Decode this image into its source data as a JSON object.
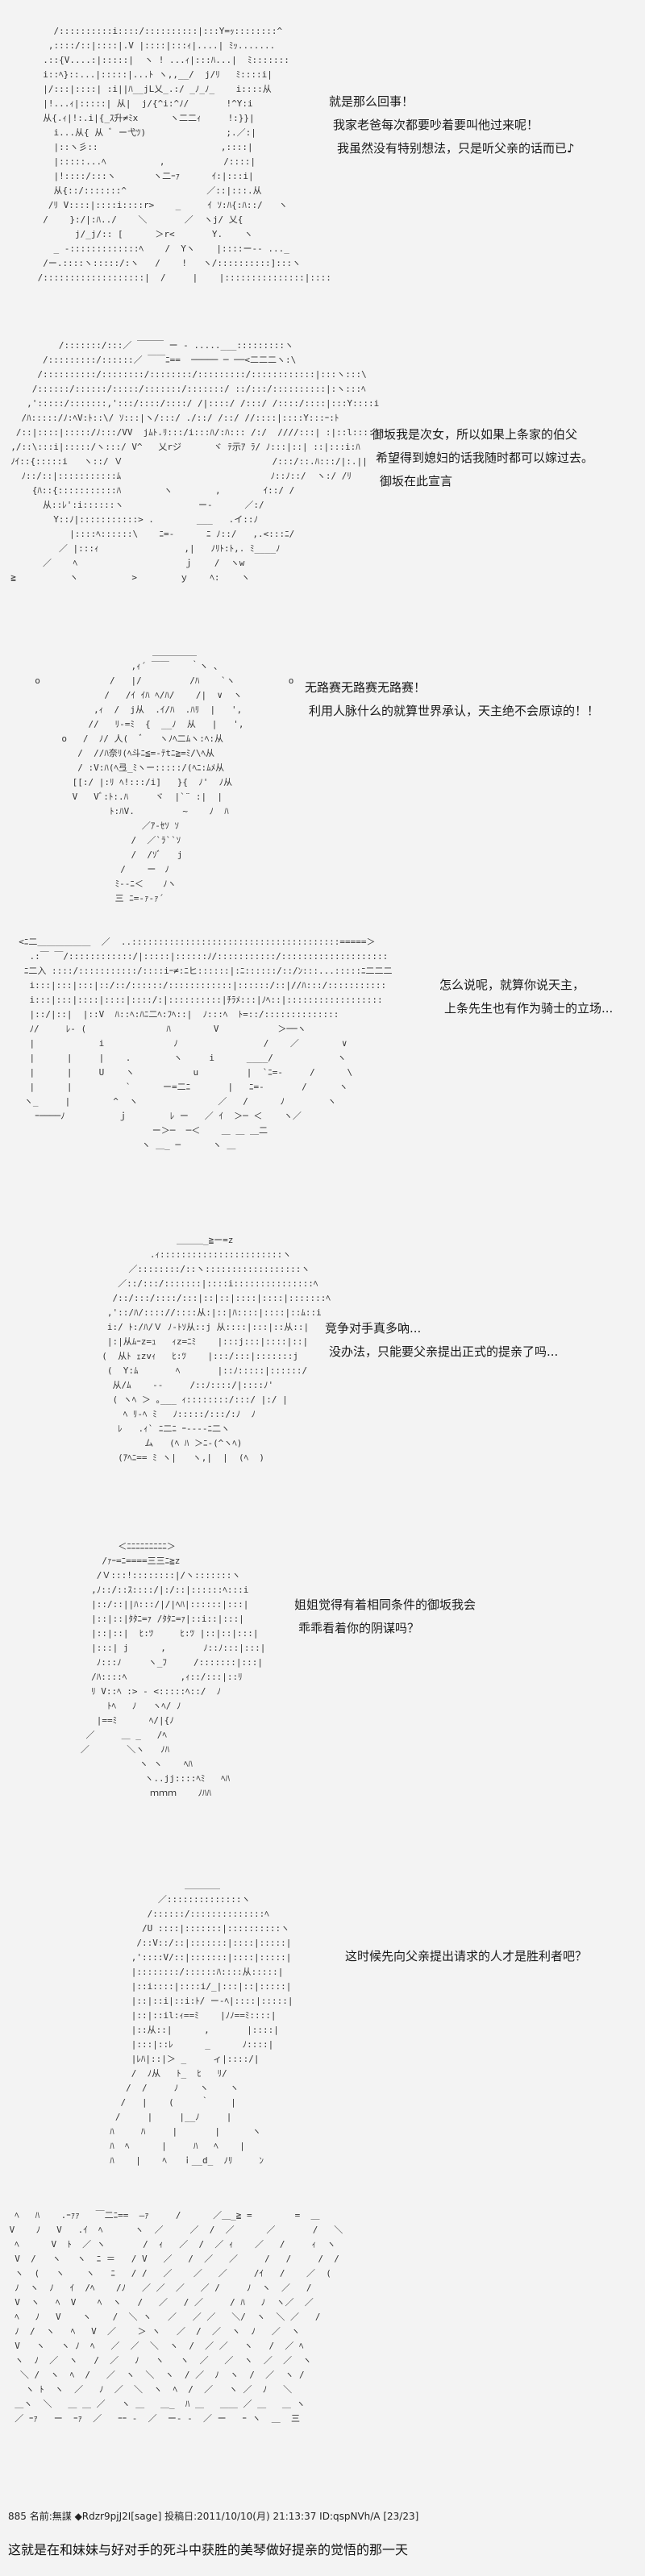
{
  "panels": [
    {
      "dialogue": [
        "就是那么回事！",
        "我家老爸每次都要吵着要叫他过来呢！",
        "我虽然没有特别想法，只是听父亲的话而已♪"
      ],
      "art": [
        "    /::::::::::i::::/::::::::::|:::Y=ｯ::::::::^",
        "   ,::::/::|::::|.V |::::|:::ｨ|....| ﾐｯ.......",
        "  .::{V....:|:::::|  ヽ ! ...ｨ|:::ﾊ...|  ﾐ:::::::",
        "  i::ﾍ}::...|:::::|...ﾄ ヽ,,__/  j/ﾘ   ﾐ::::i|",
        "  |/:::|::::| :i||ﾊ__jL乂_.:/ _ﾉ_ﾉ_    i::::从",
        "  |!...ｨ|:::::| 从|  j/{^i:^ﾉ/       !^Y:i",
        "  从{.ｨ|!:.i|{_ｽ升≠ﾐx      ヽ二二ｨ     !:}}|",
        "    i...从{ 从 ﾞ ー弋ﾂ)               ;.／:|",
        "    |::ヽ彡::                       ,::::|",
        "    |:::::...ﾍ          ,           /::::|",
        "    |!::::/:::ヽ       ヽ二ｰｧ      ｲ:|:::i|",
        "    从{::/:::::::^               ／::|:::.从",
        "   /ﾘ V::::|::::i::::r>    _     ｲ ｿ:ﾊ{:ﾊ::/   ヽ",
        "  /    }:/|:ﾊ../    ＼       ／  ヽj/ 乂{",
        "        j/_j/:: [      ＞r<       Y.    ヽ",
        "    _ -:::::::::::::ﾍ    /  Yヽ    |::::ー-- ..._",
        "  /ー.::::ヽ:::::/:ヽ   /    !   ヽ/::::::::::]:::ヽ",
        " /:::::::::::::::::::|  /     |    |:::::::::::::::|::::"
      ]
    },
    {
      "dialogue": [
        "御坂我是次女，所以如果上条家的伯父",
        "希望得到媳妇的话我随时都可以嫁过去。",
        "御坂在此宣言"
      ],
      "art": [
        "           /:::::::/:::／ ￣￣￣ ー - .....___:::::::::ヽ",
        "        /:::::::::/::::::／ ￣￣ﾆ==  ───── ─ ──<二二二ヽ:\\",
        "       /::::::::::/::::::::/::::::::/:::::::::/::::::::::::|:::ヽ:::\\",
        "      /::::::/::::::/:::::/:::::::/:::::::/ ::/:::/::::::::::|:ヽ:::ﾍ",
        "     ,':::::/:::::::,':::/::::/::::/ /|::::/ /:::/ /::::/::::|:::Y::::i",
        "    /ﾊ:::::/ﾉ:ﾍV:ﾄ::\\/ ｿ:::|ヽ/:::/ ./::/ /::/ //::::|::::Y:::ｰ:ﾄ",
        "   /::|::::|:::::/ﾉ:::/VV  jﾑﾄ.ﾘ:::/i:::ﾊ/:ﾊ::: /:/  ////:::| :|::l:::::ﾄ",
        "  ,/::\\:::i|:::::/ヽ:::/ V^   乂rジ      ヾ ﾃ示ｱ ﾗ/ ﾉ:::|::| ::|:::i:ﾊ",
        "  ﾉｲ::{:::::i   ヽ::/ Ｖ                            /:::/::.ﾊ:::/|:.||",
        "    ﾉ::/::|:::::::::::ﾑ                            ﾉ::ﾉ::/  ヽ:/ /ﾘ",
        "      {ﾊ::{:::::::::::ﾊ        ヽ        ,        ｲ::/ /",
        "        从::ﾚ':i::::::ヽ              ー-      ／:/",
        "          Y::ﾉ|:::::::::::> .        ___   .イ::ﾉ",
        "             |::::ﾍ::::::\\    ﾆ=-      ﾆ ﾉ::/   ,.<:::ﾆ/",
        "           ／ |:::ｨ                ,|   ﾉﾘﾄ:ﾄ,. ﾐ____ﾉ",
        "        ／    ﾍ                    ｊ    /  ヽw",
        "  ≧          ヽ          >        ｙ    ﾍ:    ヽ"
      ]
    },
    {
      "dialogue": [
        "无路赛无路赛无路赛！",
        "利用人脉什么的就算世界承认，天主绝不会原谅的！！"
      ],
      "art": [
        "                        ＿＿＿＿＿",
        "                    ,ｨ´ ￣￣    ｀ヽ 、",
        "  o             /   |/         /ﾊ    `ヽ          o",
        "               /   /ｲ ｲﾊ ﾍ/ﾊ/    /|  ∨  ヽ",
        "             ,ｨ  /  j从  .ｲ/ﾊ  .ﾊﾘ  |   ',",
        "            //   ﾘ-=ﾐ  {  __ﾉ  从   |   ',",
        "       o   /  ﾉ/ 人(  ﾞ   ヽﾉﾍ二ﾑヽ:ﾍ:从",
        "          /  //ﾊ奈ﾘ(ﾍ斗ﾆ≦=-ﾃtﾆ≧=ﾐ/\\ﾍ从",
        "          / :V:ﾊ(ﾍ弖_ﾐヽー:::::/(ﾍﾆ:ﾑﾒ从",
        "         [[:/ |:ﾘ ﾍ!:::/i]   }{  ﾉ'  ﾉ从",
        "         V   Vﾞ:ﾄ:.ﾊ     ヾ  |`¨ :|  |",
        "                ﾄ:ﾊV.         ~    ﾉ  ﾊ",
        "                      ／ｱ-ｾｿ ｿ",
        "                    /  ／`ﾗ``ｿ",
        "                    /  /ｿﾞ   j",
        "                  /    ー　ﾉ",
        "                 ﾐ--ﾆ＜ 　 ﾉヽ",
        "                 三 ﾆ=-ｧ-ｧ´"
      ]
    },
    {
      "dialogue": [
        "怎么说呢，就算你说天主，",
        "上条先生也有作为骑士的立场..."
      ],
      "art": [
        "  <ﾆ二＿＿＿＿＿＿  ／  ..:::::::::::::::::::::::::::::::::::::::=====＞",
        "    .:￣ ￣/::::::::::::/|:::::|::::::ﾉ/:::::::::::/::::::::::::::::::::",
        "   ﾆ二入 ::::/:::::::::::/::::iｰ≠:ﾆヒ::::::|:ﾆ::::::/::/ﾝ:::...:::::ﾆ二二二",
        "    i:::|:::|:::|::/::/::::::/::::::::::::|::::::/::|//ﾊ:::/:::::::::::",
        "    i:::|:::|::::|::::|::::/:|::::::::::|ﾁﾗﾒ:::|ﾉﾍ::|::::::::::::::::::",
        "    |::/|::|  |::V  ﾊ::ﾍ:ﾊﾆ二ﾍ:ﾌﾍ::|  ﾉ:::ﾍ  ﾄ=::/::::::::::::::",
        "    ﾉ/     ﾚ- (               ﾊ        V           ＞──ヽ",
        "    |            i             ﾉ                /    ／        ∨",
        "    |      |     |    .        ヽ     i      ____/            ヽ",
        "    |      |     U    ヽ           u         |  `ﾆ=-     /      \\",
        "    |      |          `      ー=二ﾆ       |   ﾆ=-       /      ヽ",
        "   ヽ_     |        ^  ヽ               ／   /      ﾉ        ヽ",
        "     ｰ────ﾉ          ｊ        ﾚ ー   ／ ｲ  ＞─ ＜    ヽ／",
        "                           ー＞─  ─＜    ＿ ＿ ＿二",
        "                         ヽ ＿_ ─      ヽ ＿     "
      ]
    },
    {
      "dialogue": [
        "竞争对手真多吶...",
        "没办法，只能要父亲提出正式的提亲了吗..."
      ],
      "art": [
        "                        ＿＿＿_≧ー=z",
        "                   .ｨ:::::::::::::::::::::::ヽ",
        "               ／::::::::/::ヽ::::::::::::::::::ヽ",
        "             ／::/:::/:::::::|::::i:::::::::::::::ﾍ",
        "            /::/:::/::::/:::|::|::|::::|::::|:::::::ﾍ",
        "           ,'::/ﾊ/:::://::::从:|::|ﾊ::::|::::|::ﾑ::i",
        "           i:/ ﾄ:/ﾊ/Ｖ ﾉ-ﾄｿ从::j 从::::|:::|::从::|",
        "           |:|从ﾑｰz=ｭ   ｨz=ﾆﾐ    |:::j:::|::::|::|",
        "          (  从ﾄ ｪzvｨ   ﾋ:ﾂ    |:::/:::|:::::::j",
        "           (  Y:ﾑ       ﾍ       |::ﾉ:::::|::::::/",
        "            从/ﾑ    ‐‐     /::ﾉ::::/|::::ﾉ'",
        "            ( ヽﾍ ＞ ｡___ ｨ::::::::/:::/ |:/ |",
        "              ﾍ ﾘ-ﾍ ﾐ   ﾉ:::::/:::/:ﾉ  ﾉ",
        "             ﾚ   .ｨ` ﾆ二ﾆ ｰ-‐-‐ﾆ二ヽ",
        "                  ム   (ﾍ ﾊ ＞ﾆ-(^ヽﾍ) ",
        "             (ｱﾍﾆ== ﾐ ヽ|   ヽ,|  |  (ﾍ  )"
      ]
    },
    {
      "dialogue": [
        "姐姐觉得有着相同条件的御坂我会",
        "乖乖看着你的阴谋吗？"
      ],
      "art": [
        "          ＜ﾆﾆﾆﾆﾆﾆﾆﾆﾆ＞",
        "       /ｧｰ=ﾆ====三三ﾆ≧z",
        "      /Ｖ:::!::::::::|/ヽ:::::::ヽ",
        "     ,ﾉ::/::ｽ::::/|:/::|::::::ﾍ:::i",
        "     |::/::||ﾊ:::/|/|ﾍﾊ|::::::|:::|",
        "     |::|::|ﾀﾀﾆ=ｧ /ﾀﾀﾆ=ｧ|::i::|:::|",
        "     |::|::|  ﾋ:ﾂ     ﾋ:ﾂ |::|::|:::|",
        "     |:::| j      ,       ﾉ::ﾉ:::|:::|",
        "      ﾉ:::ﾉ     ヽ_ﾌ     /:::::::|:::|",
        "     /ﾊ::::ﾍ          ,ｨ::/:::|::ﾘ",
        "     ﾘ V::ﾍ :> ‐ <:::::ﾍ::/  ﾉ",
        "        ﾄﾍ   ﾉ   ヽﾍ/ ﾉ",
        "      |==ﾐ      ﾍ/|{ﾉ",
        "    ／     ＿ _   /ﾍ",
        "   ／       ＼ヽ   ﾉﾊ",
        "              ヽ ヽ    ﾍﾊ",
        "               ヽ..jj::::ﾍﾐ   ﾍﾊ",
        "                ｍｍｍ    ﾉﾊﾊ"
      ]
    },
    {
      "dialogue": [
        "这时候先向父亲提出请求的人才是胜利者吧？"
      ],
      "art": [
        "                        ＿＿＿＿",
        "                   ／::::::::::::::ヽ",
        "                 /::::::/::::::::::::::ﾍ",
        "                /U ::::|:::::::|::::::::::ヽ",
        "               /::V::/::|:::::::|::::|:::::|",
        "              ,'::::V/::|:::::::|::::|:::::|",
        "              |::::::::/::::::ﾊ::::从:::::|",
        "              |::i::::|::::i/_|:::|::|:::::|",
        "              |::|::i|::i:ﾄ/ ー-ﾍ|::::|:::::|",
        "              |::|::il:ｨ==ﾐ    |ﾉﾉ==ﾐ::::|",
        "              |::从::|      ,       |::::|",
        "              |:::|::ﾚ      _      ﾉ::::|",
        "              |ﾚﾊ|::|＞ _     ィ|::::/|",
        "              /  ﾉ从   ﾄ_  ﾋ   ﾘ/",
        "             /  /     ﾉ    ヽ    ヽ",
        "            /   |    (     ｀    |",
        "           /     |     |__ﾉ     |",
        "          ﾊ     ﾊ     |       |      ヽ",
        "          ﾊ  ﾍ      |     ﾊ   ﾍ    |",
        "          ﾊ    |    ﾍ   ｉ__d_  ﾉﾘ     ﾝ"
      ]
    },
    {
      "dialogue": [],
      "art": [
        "  ﾍ   ﾊ    .ｰｧｧ   ￣二ﾆ==  ―ｧ     /      ／＿_≧ =        =  ＿",
        " V    ﾉ   V   .ｲ  ﾍ      ヽ  ／     ／  /  ／      ／       /   ＼",
        "  ﾍ      V  ﾄ  ／ ヽ       /  ｨ   ／  /  ／ ｨ    ／   /     ｨ  ヽ",
        "  V  /   ヽ   ヽ  ﾆ ＝   / V   ／   /  ／   ／     /   /     /  /",
        "  ヽ  (   ヽ    ヽ   ﾆ   / /   ／    ／   ／     /ｲ   /    ／  (",
        "  ﾉ  ヽ  ﾉ   ｲ  /ﾍ    /ﾉ   ／ ／  ／   ／ /     ﾉ  ヽ  ／   /",
        "  V  ヽ   ﾍ  V    ﾍ  ヽ   /   ／   / ／     / ﾊ   ﾉ  ヽ／  ／",
        "  ﾍ   ﾉ   V    ヽ    /  ＼ ヽ   ／   ／ ／   ＼/  ヽ  ＼ ／   /",
        "  ﾉ  /  ヽ   ﾍ   V  ／    ＞ ヽ   ／  /  ／  ヽ  ﾉ   ／  ヽ",
        "  V   ヽ   ヽ ﾉ  ﾍ   ／  ／  ＼  ヽ  /  ／ ／   ヽ   /  ／ ﾍ",
        "  ヽ  ﾉ  ／  ヽ   /  ／   ﾉ   ヽ   ヽ  ／   ／  ヽ  ／  ／  ヽ",
        "   ＼ /  ヽ  ﾍ  /   ／  ヽ  ＼  ヽ  / ／  ﾉ  ヽ  /  ／  ヽ /",
        "    ヽ ﾄ  ヽ  ／   ﾉ  ／  ＼  ヽ  ﾍ  /  ／   ヽ ／  ﾉ   ＼",
        "  ＿ヽ  ＼   ＿ ＿ ／   ヽ ＿   ＿_  ﾊ ＿   ＿＿ ／ ＿   ＿ ヽ",
        "  ／ ｰｧ   ー  ｰｧ  ／   ｰｰ -  ／  ー- -  ／ ー   ｰ ヽ  ＿  三"
      ]
    }
  ],
  "footer": {
    "meta": "885 名前:無謀 ◆Rdzr9pjJ2I[sage] 投稿日:2011/10/10(月) 21:13:37 ID:qspNVh/A [23/23]",
    "caption": "这就是在和妹妹与好对手的死斗中获胜的美琴做好提亲的觉悟的那一天"
  }
}
